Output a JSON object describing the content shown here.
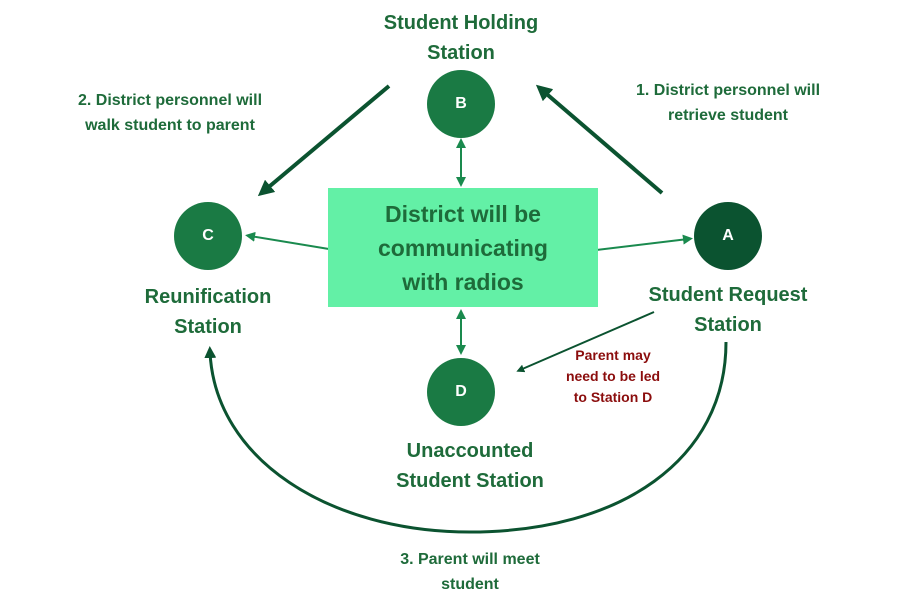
{
  "nodes": {
    "a": {
      "letter": "A",
      "label_line1": "Student Request",
      "label_line2": "Station",
      "color": "#0b5330"
    },
    "b": {
      "letter": "B",
      "label_line1": "Student Holding",
      "label_line2": "Station",
      "color": "#1a7a44"
    },
    "c": {
      "letter": "C",
      "label_line1": "Reunification",
      "label_line2": "Station",
      "color": "#1a7a44"
    },
    "d": {
      "letter": "D",
      "label_line1": "Unaccounted",
      "label_line2": "Student Station",
      "color": "#1a7a44"
    }
  },
  "center": {
    "line1": "District will be",
    "line2": "communicating",
    "line3": "with radios",
    "color": "#63f0a6"
  },
  "steps": {
    "step1": {
      "line1": "1. District personnel will",
      "line2": "retrieve student"
    },
    "step2": {
      "line1": "2. District personnel will",
      "line2": "walk student to parent"
    },
    "step3": {
      "line1": "3. Parent will meet",
      "line2": "student"
    }
  },
  "note": {
    "line1": "Parent may",
    "line2": "need to be led",
    "line3": "to Station D",
    "color": "#8b0d0d"
  },
  "colors": {
    "dark_arrow": "#0b5330",
    "light_arrow": "#1a8a4e",
    "text": "#1e6b3a"
  }
}
